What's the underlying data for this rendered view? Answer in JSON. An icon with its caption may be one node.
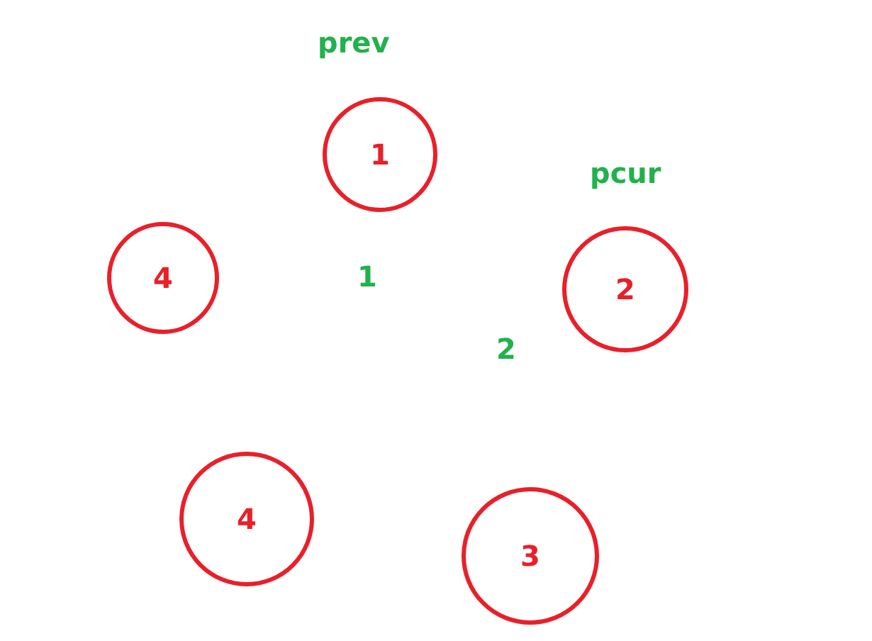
{
  "diagram": {
    "nodes": [
      {
        "text": [
          "1"
        ],
        "beside": [
          "prev"
        ]
      },
      {
        "text": [
          "4"
        ]
      },
      {
        "text": [
          "2"
        ],
        "beside": [
          "pcur"
        ]
      },
      {
        "text": [
          "4"
        ]
      },
      {
        "text": [
          "3"
        ]
      }
    ],
    "labels": [
      "1",
      "2"
    ]
  }
}
